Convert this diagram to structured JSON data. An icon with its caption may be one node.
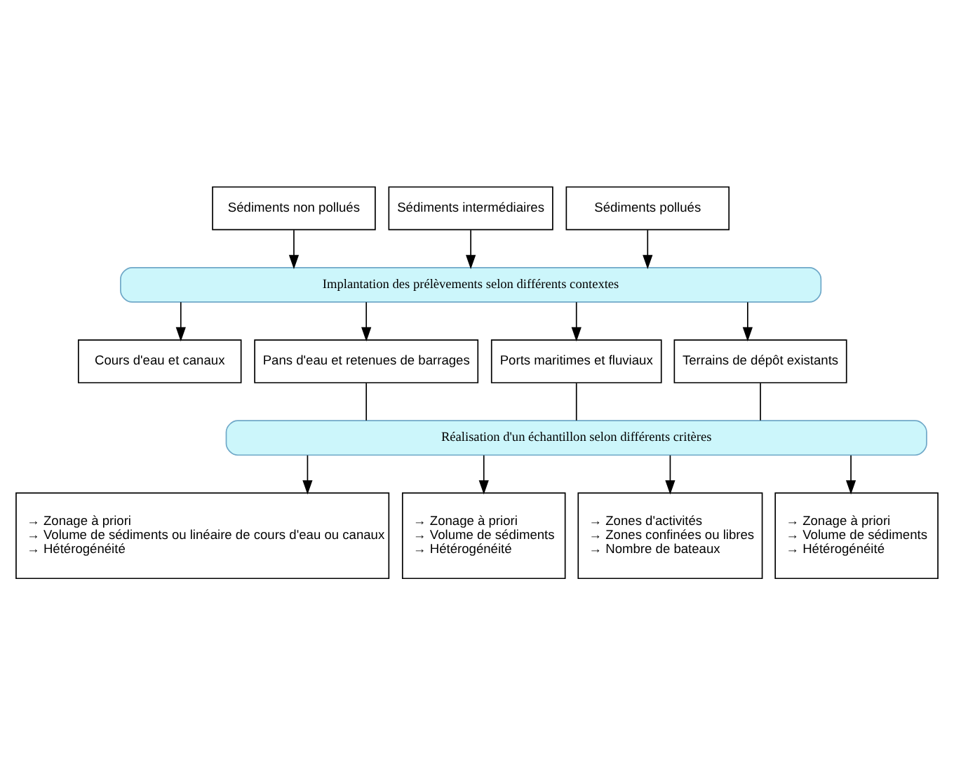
{
  "diagram": {
    "nodes": [
      {
        "text": [
          "Sédiments non pollués"
        ]
      },
      {
        "text": [
          "Sédiments intermédiaires"
        ]
      },
      {
        "text": [
          "Sédiments pollués"
        ]
      },
      {
        "text": [
          "Implantation des prélèvements selon différents contextes"
        ]
      },
      {
        "text": [
          "Cours d'eau et canaux"
        ]
      },
      {
        "text": [
          "Pans d'eau et retenues de barrages"
        ]
      },
      {
        "text": [
          "Ports maritimes et fluviaux"
        ]
      },
      {
        "text": [
          "Terrains de dépôt existants"
        ]
      },
      {
        "text": [
          "Réalisation d'un échantillon selon différents critères"
        ]
      },
      {
        "text": [
          "→ Zonage à priori",
          "→ Volume de sédiments ou linéaire de cours d'eau ou canaux",
          "→ Hétérogénéité"
        ]
      },
      {
        "text": [
          "→ Zonage à priori",
          "→ Volume de sédiments",
          "→ Hétérogénéité"
        ]
      },
      {
        "text": [
          "→ Zones d'activités",
          "→ Zones confinées ou libres",
          "→ Nombre de bateaux"
        ]
      },
      {
        "text": [
          "→ Zonage à priori",
          "→ Volume de sédiments",
          "→ Hétérogénéité"
        ]
      }
    ],
    "edges": [
      {
        "from": 0,
        "to": 3,
        "arrow": "to"
      },
      {
        "from": 1,
        "to": 3,
        "arrow": "to"
      },
      {
        "from": 2,
        "to": 3,
        "arrow": "to"
      },
      {
        "from": 3,
        "to": 4,
        "arrow": "to"
      },
      {
        "from": 3,
        "to": 5,
        "arrow": "to"
      },
      {
        "from": 3,
        "to": 6,
        "arrow": "to"
      },
      {
        "from": 3,
        "to": 7,
        "arrow": "to"
      },
      {
        "from": 5,
        "to": 8,
        "arrow": "none"
      },
      {
        "from": 6,
        "to": 8,
        "arrow": "none"
      },
      {
        "from": 7,
        "to": 8,
        "arrow": "none"
      },
      {
        "from": 8,
        "to": 9,
        "arrow": "to"
      },
      {
        "from": 8,
        "to": 10,
        "arrow": "to"
      },
      {
        "from": 8,
        "to": 11,
        "arrow": "to"
      },
      {
        "from": 8,
        "to": 12,
        "arrow": "to"
      }
    ]
  }
}
